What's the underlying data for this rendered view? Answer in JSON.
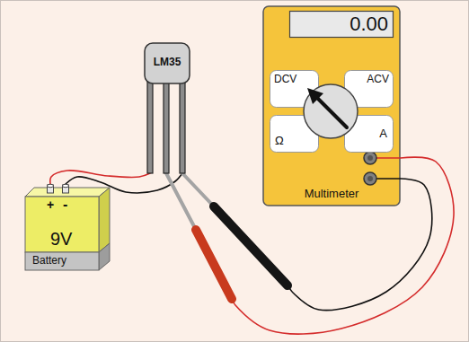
{
  "diagram": {
    "nodes": [
      {
        "text": [
          "LM35"
        ]
      },
      {
        "text": [
          "+",
          "-",
          "9V",
          "Battery"
        ]
      },
      {
        "text": [
          "Multimeter"
        ]
      },
      {
        "text": [
          "0.00"
        ],
        "in": 2
      },
      {
        "text": [
          "DCV"
        ],
        "in": 2
      },
      {
        "text": [
          "ACV"
        ],
        "in": 2
      },
      {
        "text": [
          "Ω"
        ],
        "in": 2
      },
      {
        "text": [
          "A"
        ],
        "in": 2
      }
    ],
    "edges": [
      {
        "from": 1,
        "to": 0,
        "arrow": "none"
      },
      {
        "from": 1,
        "to": 0,
        "arrow": "none"
      },
      {
        "from": 2,
        "to": 0,
        "arrow": "none"
      },
      {
        "from": 2,
        "to": 0,
        "arrow": "none"
      }
    ]
  }
}
